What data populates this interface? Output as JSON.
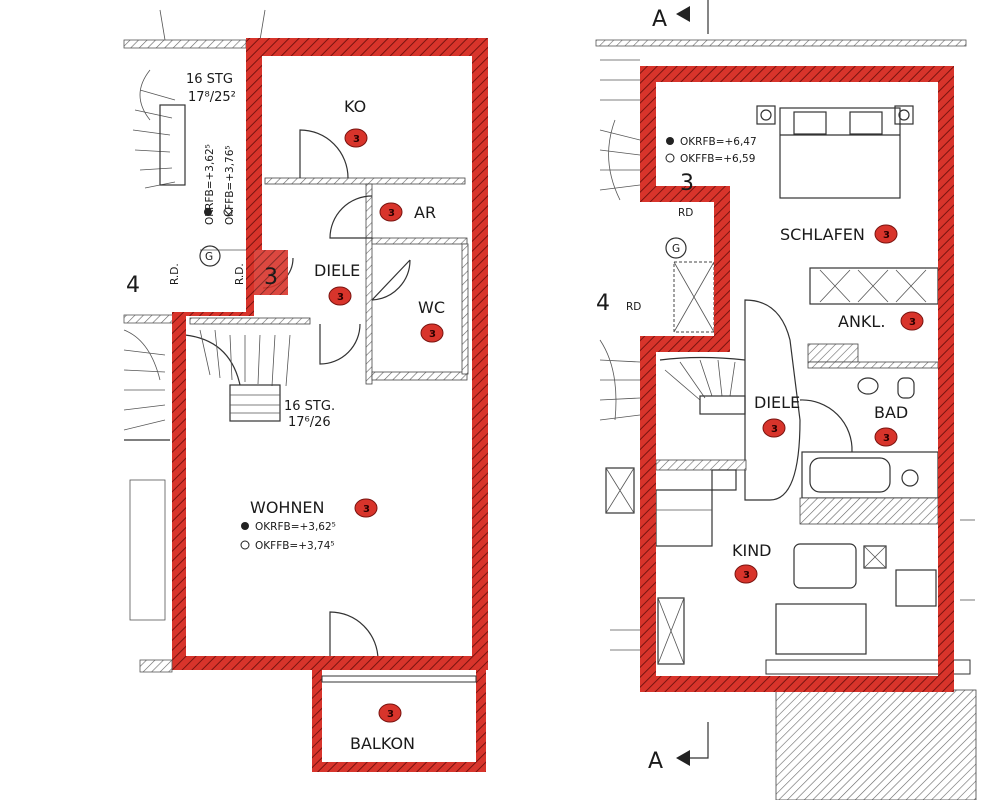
{
  "colors": {
    "wall": "#d8342b",
    "hatch": "#7a1410",
    "badge": "#d8342b",
    "line": "#333333"
  },
  "left_plan": {
    "rooms": {
      "ko": "KO",
      "ar": "AR",
      "diele": "DIELE",
      "wc": "WC",
      "wohnen": "WOHNEN",
      "balkon": "BALKON"
    },
    "unit_number": "3",
    "neighbor_number": "4",
    "stairs_top": {
      "line1": "16 STG",
      "line2": "17⁸/25²"
    },
    "stairs_mid": {
      "line1": "16 STG.",
      "line2": "17⁶/26"
    },
    "stair_levels": {
      "okrfb": "OKRFB=+3,62⁵",
      "okffb": "OKFFB=+3,76⁵"
    },
    "wohnen_levels": {
      "okrfb": "OKRFB=+3,62⁵",
      "okffb": "OKFFB=+3,74⁵"
    },
    "rd": "R.D.",
    "g": "G",
    "badge": "3"
  },
  "right_plan": {
    "rooms": {
      "schlafen": "SCHLAFEN",
      "ankl": "ANKL.",
      "diele": "DIELE",
      "bad": "BAD",
      "kind": "KIND"
    },
    "unit_number": "3",
    "neighbor_number": "4",
    "levels": {
      "okrfb": "OKRFB=+6,47",
      "okffb": "OKFFB=+6,59"
    },
    "rd": "RD",
    "g": "G",
    "section_mark": "A",
    "badge": "3"
  }
}
